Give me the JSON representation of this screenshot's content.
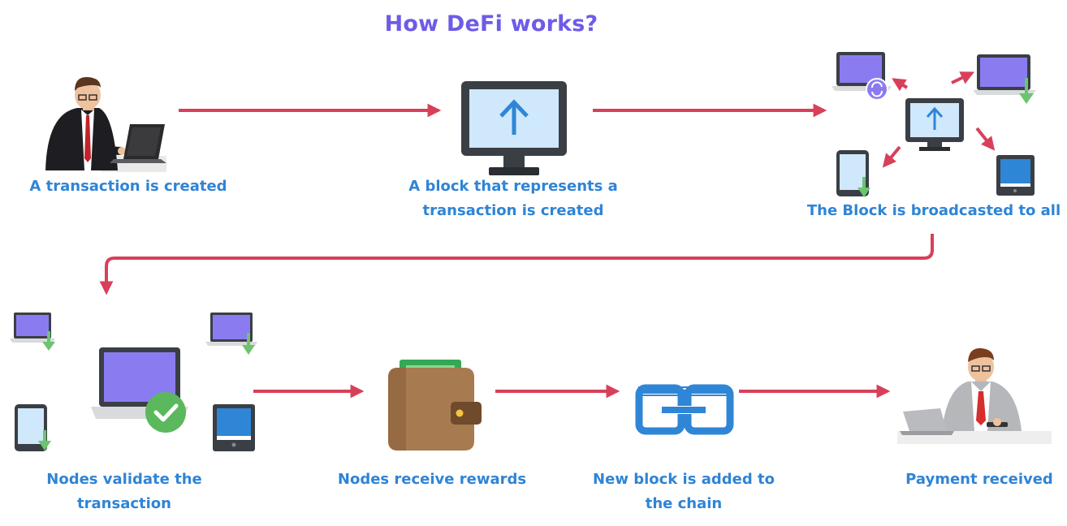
{
  "title": "How DeFi works?",
  "steps": [
    {
      "label_lines": [
        "A transaction is created"
      ]
    },
    {
      "label_lines": [
        "A block that represents a",
        "transaction is created"
      ]
    },
    {
      "label_lines": [
        "The Block is broadcasted to all"
      ]
    },
    {
      "label_lines": [
        "Nodes validate the",
        "transaction"
      ]
    },
    {
      "label_lines": [
        "Nodes receive rewards"
      ]
    },
    {
      "label_lines": [
        "New block is added to",
        "the chain"
      ]
    },
    {
      "label_lines": [
        "Payment received"
      ]
    }
  ],
  "colors": {
    "title": "#6c5ce7",
    "label": "#2f84d6",
    "arrow": "#d8405a",
    "screen_purple": "#8a7cf0",
    "screen_blue": "#cfe8fb",
    "download_green": "#6cc46f",
    "check_green": "#5cb85c",
    "link_blue": "#2f86d6",
    "wallet_brown": "#a87a4f"
  },
  "icons": [
    "man-at-laptop-icon",
    "monitor-upload-icon",
    "network-broadcast-icon",
    "nodes-validate-icon",
    "wallet-icon",
    "chain-link-icon",
    "man-receiving-payment-icon"
  ]
}
